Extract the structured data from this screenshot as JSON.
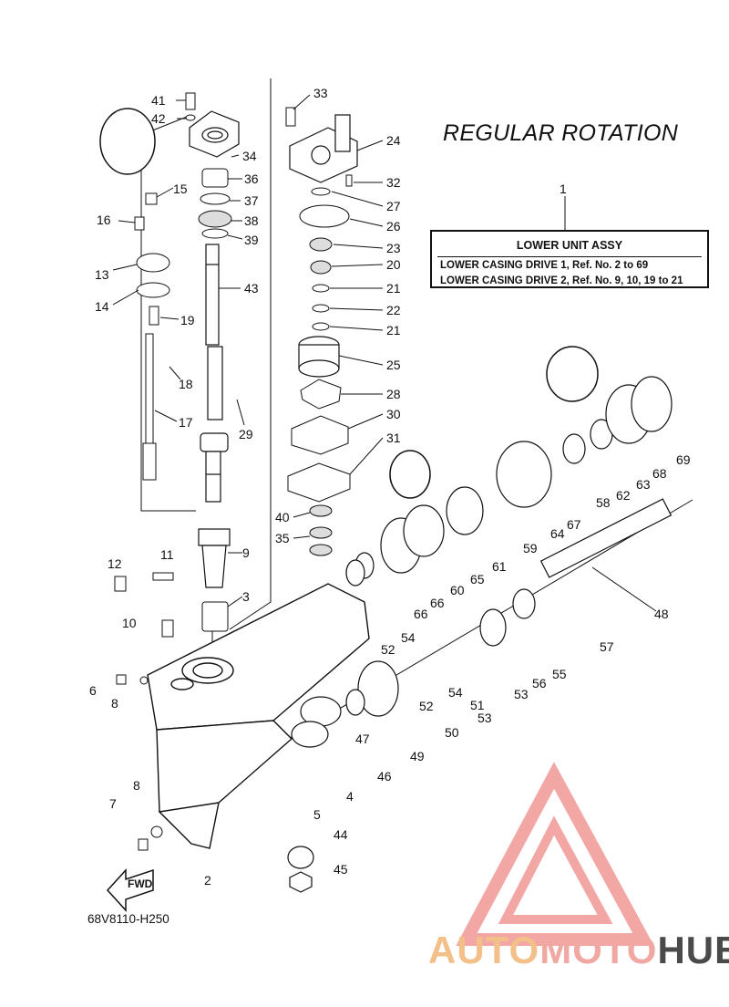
{
  "title": "REGULAR ROTATION",
  "reference_box": {
    "callout": "1",
    "header": "LOWER UNIT ASSY",
    "line1": "LOWER CASING DRIVE 1,  Ref. No. 2 to 69",
    "line2": "LOWER CASING DRIVE 2,  Ref. No. 9, 10, 19 to 21"
  },
  "diagram_code": "68V8110-H250",
  "fwd_label": "FWD",
  "watermark": {
    "part1": "AUTO",
    "part2": "MOTO",
    "part3": "HUB"
  },
  "part_labels": [
    "41",
    "42",
    "34",
    "36",
    "37",
    "38",
    "39",
    "43",
    "33",
    "24",
    "32",
    "27",
    "26",
    "23",
    "20",
    "21",
    "22",
    "21",
    "25",
    "28",
    "30",
    "31",
    "29",
    "15",
    "16",
    "13",
    "14",
    "19",
    "18",
    "17",
    "40",
    "35",
    "9",
    "3",
    "12",
    "11",
    "10",
    "6",
    "8",
    "7",
    "8",
    "2",
    "44",
    "45",
    "4",
    "5",
    "47",
    "46",
    "49",
    "50",
    "51",
    "52",
    "53",
    "54",
    "54",
    "52",
    "53",
    "55",
    "56",
    "57",
    "48",
    "60",
    "61",
    "59",
    "64",
    "65",
    "66",
    "66",
    "58",
    "62",
    "63",
    "67",
    "68",
    "69"
  ],
  "colors": {
    "line": "#111111",
    "watermark_red": "#f08a86",
    "watermark_orange": "#f4c08a"
  }
}
